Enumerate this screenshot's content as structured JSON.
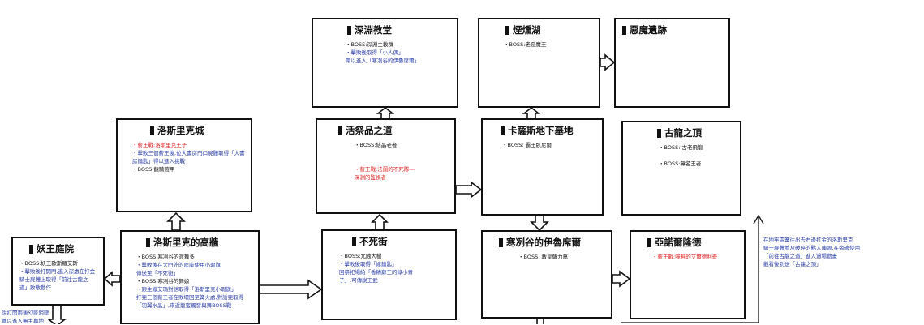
{
  "boxes": {
    "shenyuan": {
      "title": "深淵教堂",
      "lines": [
        {
          "text": "・BOSS:深淵主教群",
          "color": "blk"
        },
        {
          "text": "・擊敗後取得「小人偶」",
          "color": "blu"
        },
        {
          "text": "  帶以進入「寒冽谷的伊魯席爾」",
          "color": "blu"
        }
      ]
    },
    "yanchen": {
      "title": "煙燻湖",
      "lines": [
        {
          "text": "・BOSS:老惡魔王",
          "color": "blk"
        }
      ]
    },
    "emo": {
      "title": "惡魔遺跡",
      "lines": []
    },
    "luosi": {
      "title": "洛斯里克城",
      "lines": [
        {
          "text": "・薪王戰:洛斯里克王子",
          "color": "red"
        },
        {
          "text": "・擊敗三個薪王後,位大書房門口屍體取得「大書",
          "color": "blu"
        },
        {
          "text": "  房鑰匙」得以進入挑戰",
          "color": "blu"
        },
        {
          "text": "・BOSS:龍騎鎧甲",
          "color": "blk"
        }
      ]
    },
    "huoji": {
      "title": "活祭品之道",
      "lines": [
        {
          "text": "・BOSS:結晶老者",
          "color": "blk"
        },
        {
          "text": "",
          "color": "blk"
        },
        {
          "text": "",
          "color": "blk"
        },
        {
          "text": "・薪王戰:法蘭的不死隊---",
          "color": "red"
        },
        {
          "text": "        深淵的監視者",
          "color": "red"
        }
      ]
    },
    "kasasi": {
      "title": "卡薩斯地下墓地",
      "lines": [
        {
          "text": "・BOSS: 霸王臥尼爾",
          "color": "blk"
        }
      ]
    },
    "gulong": {
      "title": "古龍之頂",
      "lines": [
        {
          "text": "・BOSS: 古老飛龍",
          "color": "blk"
        },
        {
          "text": "",
          "color": "blk"
        },
        {
          "text": "・BOSS:無名王者",
          "color": "blk"
        }
      ]
    },
    "yaowang": {
      "title": "妖王庭院",
      "lines": [
        {
          "text": "・BOSS:妖王歐斯羅艾斯",
          "color": "blk"
        },
        {
          "text": "・擊敗後打開門,進入深處在打金",
          "color": "blu"
        },
        {
          "text": "  騎士屍體上取得「前往古龍之",
          "color": "blu"
        },
        {
          "text": "  道」致敬動作",
          "color": "blu"
        }
      ]
    },
    "gaoqiang": {
      "title": "洛斯里克的高牆",
      "lines": [
        {
          "text": "・BOSS:寒冽谷的渡舞多",
          "color": "blk"
        },
        {
          "text": "・擊敗後在大門外的陸座使用小瑕旗",
          "color": "blu"
        },
        {
          "text": "  傳送至「不死街」",
          "color": "blu"
        },
        {
          "text": "・BOSS:寒冽谷的舞娘",
          "color": "blk"
        },
        {
          "text": "・跟主線艾瑪對話取得「洛斯里克小瑕旗」",
          "color": "blu"
        },
        {
          "text": "  打完三個薪王者在敗壞回至篝火處,對話完取得",
          "color": "blu"
        },
        {
          "text": "  「羽翼水晶」,來近龍蜜觸發與舞BOSS戰",
          "color": "blu"
        }
      ]
    },
    "busi": {
      "title": "不死街",
      "lines": [
        {
          "text": "・BOSS:咒蝕大樹",
          "color": "blk"
        },
        {
          "text": "・擊敗後取得「嫁鑰匙」",
          "color": "blu"
        },
        {
          "text": "  回祭祀場給「香精蘇王的綠小青",
          "color": "blu"
        },
        {
          "text": "  子」,可傳說王武",
          "color": "blu"
        }
      ]
    },
    "hanlie": {
      "title": "寒冽谷的伊魯席爾",
      "lines": [
        {
          "text": "・BOSS: 教皇薩力萬",
          "color": "blk"
        }
      ]
    },
    "yanuo": {
      "title": "亞諾爾隆德",
      "lines": [
        {
          "text": "・薪王戰:噬神的艾爾德利奇",
          "color": "red"
        }
      ]
    }
  },
  "notes": {
    "right": [
      "在地牢區篝往出去右邊打金的洛斯里克",
      "騎士屍體並及破碎的點入陣眼,在旁邊使用",
      "「前往古龍之道」進入過場動畫",
      "觀看後到送「古龍之頂」"
    ],
    "left": [
      "說打開兩後幻影銷墜",
      "傳以進入無主墓地"
    ]
  },
  "colors": {
    "line": "#111111",
    "blue_text": "#2b3fa8",
    "red_text": "#e02020",
    "note_line": "#2b3fa8"
  }
}
